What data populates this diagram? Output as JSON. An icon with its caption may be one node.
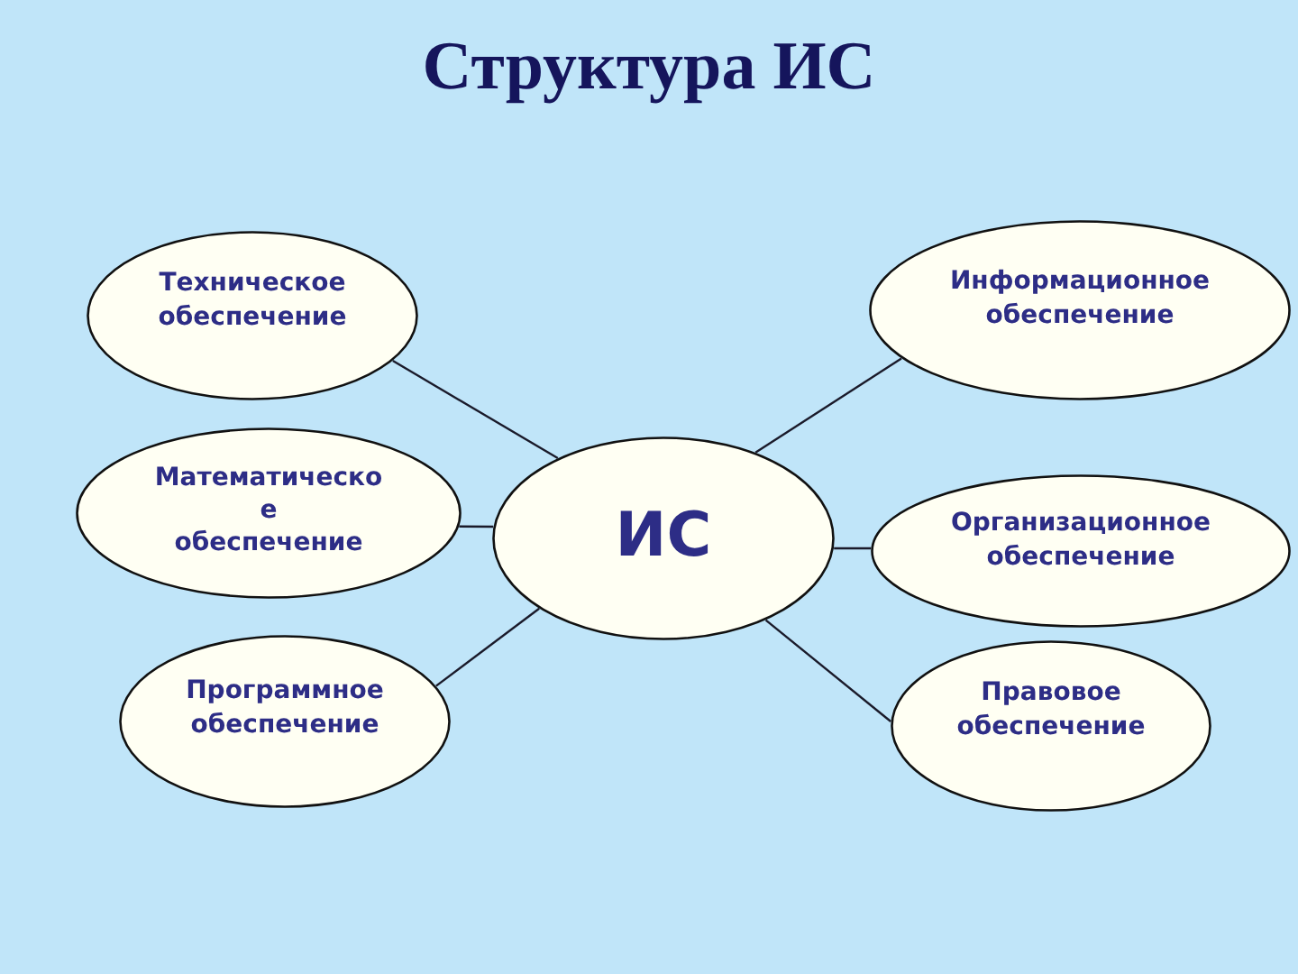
{
  "diagram": {
    "title": "Структура ИС",
    "nodes": [
      {
        "text": [
          "Техническое обеспечение"
        ]
      },
      {
        "text": [
          "Информационное обеспечение"
        ]
      },
      {
        "text": [
          "Математическо е обеспечение"
        ]
      },
      {
        "text": [
          "ИС"
        ]
      },
      {
        "text": [
          "Организационное обеспечение"
        ]
      },
      {
        "text": [
          "Программное обеспечение"
        ]
      },
      {
        "text": [
          "Правовое обеспечение"
        ]
      }
    ],
    "edges": [
      {
        "from": 0,
        "to": 3,
        "arrow": "none"
      },
      {
        "from": 1,
        "to": 3,
        "arrow": "none"
      },
      {
        "from": 2,
        "to": 3,
        "arrow": "none"
      },
      {
        "from": 4,
        "to": 3,
        "arrow": "none"
      },
      {
        "from": 5,
        "to": 3,
        "arrow": "none"
      },
      {
        "from": 6,
        "to": 3,
        "arrow": "none"
      }
    ]
  }
}
